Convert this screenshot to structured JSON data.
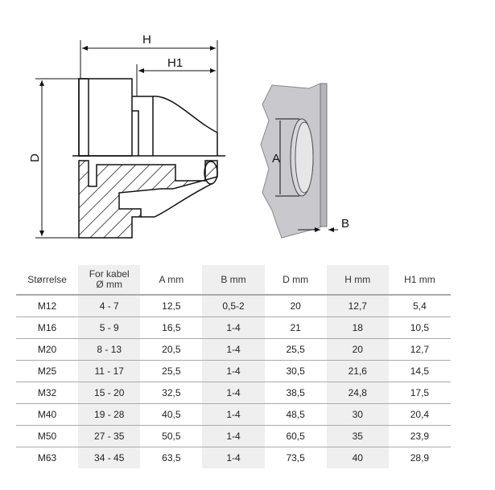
{
  "drawing": {
    "labels": {
      "H": "H",
      "H1": "H1",
      "D": "D",
      "A": "A",
      "B": "B"
    }
  },
  "table": {
    "headers": [
      "Størrelse",
      "For kabel Ø mm",
      "A mm",
      "B mm",
      "D mm",
      "H mm",
      "H1 mm"
    ],
    "rows": [
      [
        "M12",
        "4 - 7",
        "12,5",
        "0,5-2",
        "20",
        "12,7",
        "5,4"
      ],
      [
        "M16",
        "5 - 9",
        "16,5",
        "1-4",
        "21",
        "18",
        "10,5"
      ],
      [
        "M20",
        "8 - 13",
        "20,5",
        "1-4",
        "25,5",
        "20",
        "12,7"
      ],
      [
        "M25",
        "11 - 17",
        "25,5",
        "1-4",
        "30,5",
        "21,6",
        "14,5"
      ],
      [
        "M32",
        "15 - 20",
        "32,5",
        "1-4",
        "38,5",
        "24,8",
        "17,5"
      ],
      [
        "M40",
        "19 - 28",
        "40,5",
        "1-4",
        "48,5",
        "30",
        "20,4"
      ],
      [
        "M50",
        "27 - 35",
        "50,5",
        "1-4",
        "60,5",
        "35",
        "23,9"
      ],
      [
        "M63",
        "34 - 45",
        "63,5",
        "1-4",
        "73,5",
        "40",
        "28,9"
      ]
    ]
  }
}
